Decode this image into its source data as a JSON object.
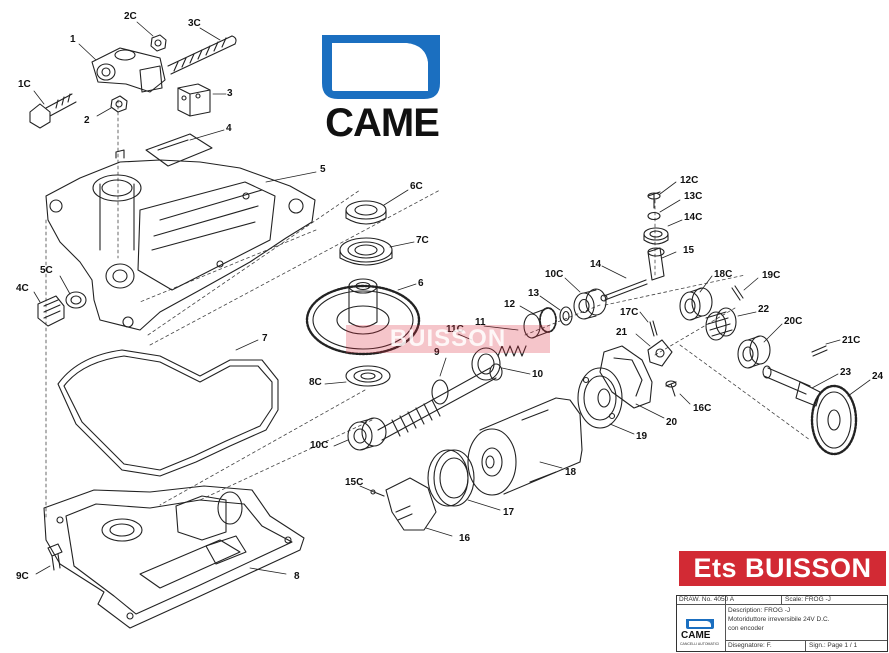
{
  "callouts": {
    "c1": "1",
    "c2C": "2C",
    "c3C": "3C",
    "c1C": "1C",
    "c2": "2",
    "c3": "3",
    "c4": "4",
    "c5": "5",
    "c6C": "6C",
    "c7C": "7C",
    "c6": "6",
    "c5C": "5C",
    "c4C": "4C",
    "c7": "7",
    "c8C": "8C",
    "c9": "9",
    "c11C": "11C",
    "c11": "11",
    "c10": "10",
    "c12": "12",
    "c13": "13",
    "c10C_top": "10C",
    "c14": "14",
    "c15": "15",
    "c12C": "12C",
    "c13C": "13C",
    "c14C": "14C",
    "c18C": "18C",
    "c19C": "19C",
    "c17C": "17C",
    "c21": "21",
    "c22": "22",
    "c20C": "20C",
    "c21C": "21C",
    "c23": "23",
    "c24": "24",
    "c16C": "16C",
    "c20": "20",
    "c19": "19",
    "c10C_bottom": "10C",
    "c18": "18",
    "c15C": "15C",
    "c17": "17",
    "c16": "16",
    "c9C": "9C",
    "c8": "8"
  },
  "brand": {
    "logo_word": "CAME",
    "logo_blue": "#1b6fc0"
  },
  "watermark": {
    "text": "BUISSON",
    "color": "#db3040"
  },
  "dealer_banner": {
    "text": "Ets BUISSON",
    "bg": "#d22a34"
  },
  "title_block": {
    "drawing_no": "DRAW. No. 4050 A",
    "scale": "Scale: FROG -J",
    "description_label": "Description: FROG -J",
    "description_line1": "Motoriduttore irreversibile 24V D.C.",
    "description_line2": "con encoder",
    "drawn_by": "Disegnatore: F.",
    "sheet": "Sign.: Page 1 / 1",
    "logo_word": "CAME",
    "logo_sub": "CANCELLI AUTOMATICI"
  }
}
